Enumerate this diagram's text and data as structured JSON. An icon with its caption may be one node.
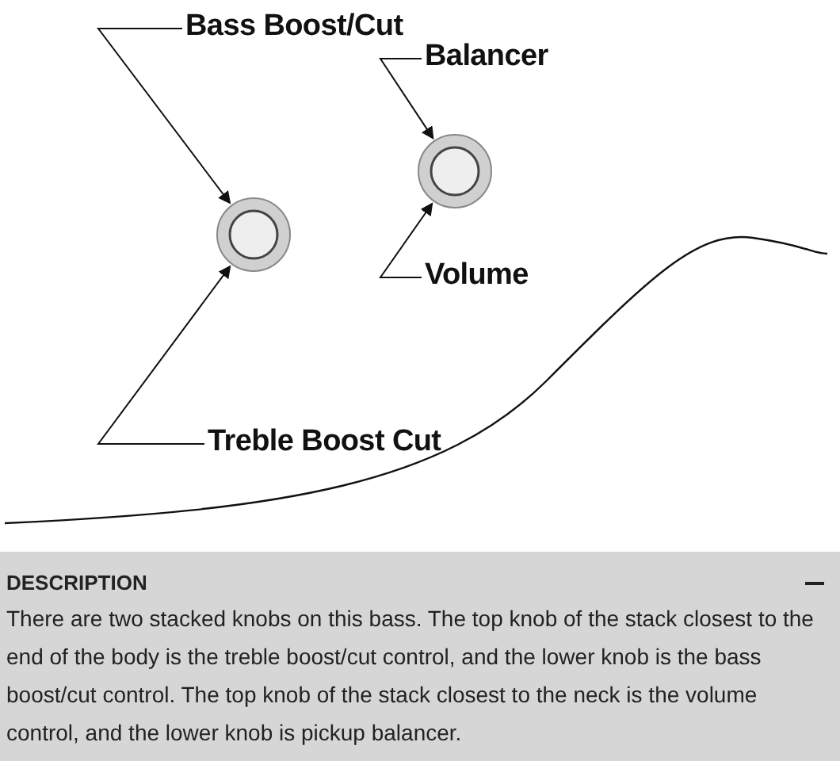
{
  "diagram": {
    "nodes": [
      {
        "text": [
          "Bass Boost/Cut"
        ]
      },
      {
        "text": [
          "Balancer"
        ]
      },
      {
        "text": [],
        "shape": "circle"
      },
      {
        "text": [],
        "shape": "circle"
      },
      {
        "text": [
          "Volume"
        ]
      },
      {
        "text": [
          "Treble Boost Cut"
        ]
      }
    ],
    "edges": [
      {
        "from": 0,
        "to": 2,
        "arrow": "to"
      },
      {
        "from": 1,
        "to": 3,
        "arrow": "to"
      },
      {
        "from": 4,
        "to": 3,
        "arrow": "to"
      },
      {
        "from": 5,
        "to": 2,
        "arrow": "to"
      }
    ],
    "labels": [
      "DESCRIPTION",
      "There are two stacked knobs on this bass. The top knob of the stack closest to the end of the body is the treble boost/cut control, and the lower knob is the bass boost/cut control. The top knob of the stack closest to the neck is the volume control, and the lower knob is pickup balancer."
    ]
  }
}
